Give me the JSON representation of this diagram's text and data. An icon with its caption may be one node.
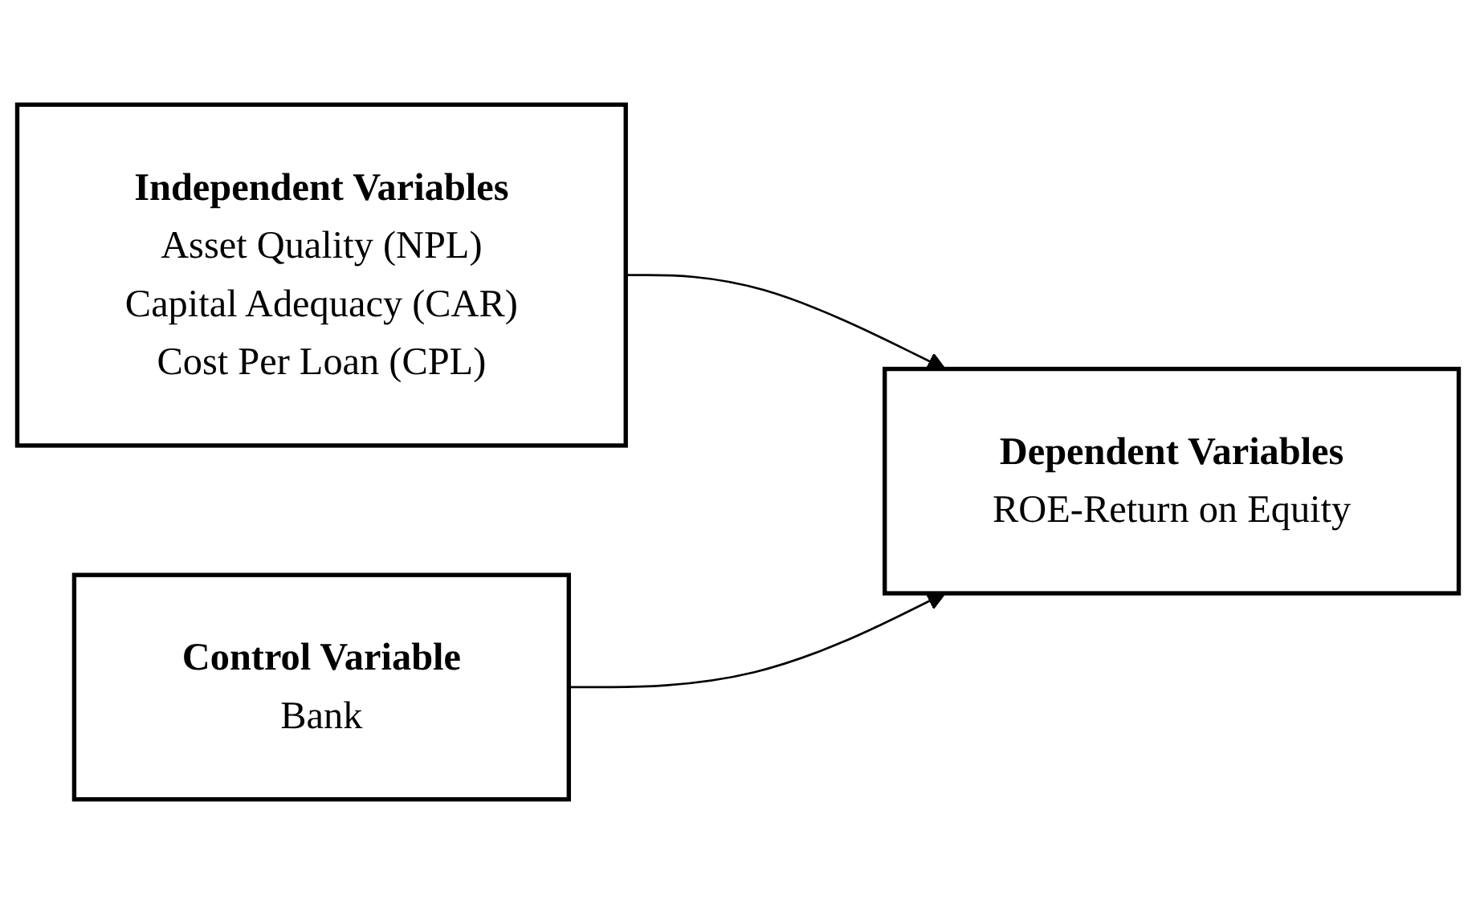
{
  "diagram": {
    "nodes": [
      {
        "text": [
          "Independent Variables",
          "Asset Quality (NPL)",
          "Capital Adequacy (CAR)",
          "Cost Per Loan (CPL)"
        ]
      },
      {
        "text": [
          "Dependent Variables",
          "ROE-Return on Equity"
        ]
      },
      {
        "text": [
          "Control Variable",
          "Bank"
        ]
      }
    ],
    "edges": [
      {
        "from": 0,
        "to": 1,
        "arrow": "to"
      },
      {
        "from": 2,
        "to": 1,
        "arrow": "to"
      }
    ]
  }
}
